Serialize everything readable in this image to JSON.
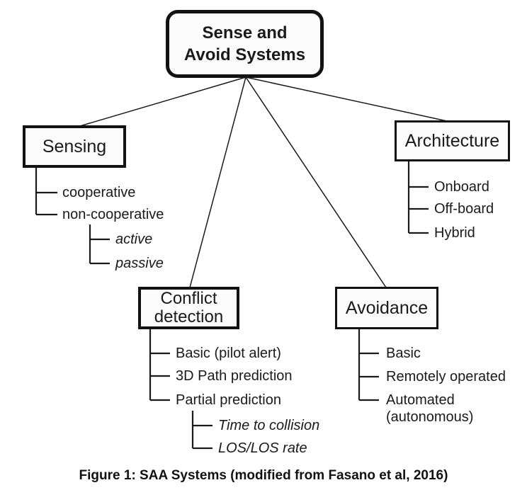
{
  "diagram": {
    "root": {
      "label": "Sense and Avoid Systems"
    },
    "branches": {
      "sensing": {
        "label": "Sensing",
        "items": [
          "cooperative",
          "non-cooperative"
        ],
        "non_cooperative_types": [
          "active",
          "passive"
        ]
      },
      "architecture": {
        "label": "Architecture",
        "items": [
          "Onboard",
          "Off-board",
          "Hybrid"
        ]
      },
      "conflict_detection": {
        "label": "Conflict detection",
        "items": [
          "Basic (pilot alert)",
          "3D Path prediction",
          "Partial prediction"
        ],
        "partial_prediction_types": [
          "Time to collision",
          "LOS/LOS rate"
        ]
      },
      "avoidance": {
        "label": "Avoidance",
        "items": [
          "Basic",
          "Remotely operated",
          "Automated (autonomous)"
        ]
      }
    },
    "caption": "Figure 1: SAA Systems (modified from Fasano et al, 2016)"
  },
  "colors": {
    "background": "#ffffff",
    "box_fill": "#fbfbfb",
    "box_border": "#121212",
    "line": "#1a1a1a",
    "text": "#1a1a1a"
  }
}
